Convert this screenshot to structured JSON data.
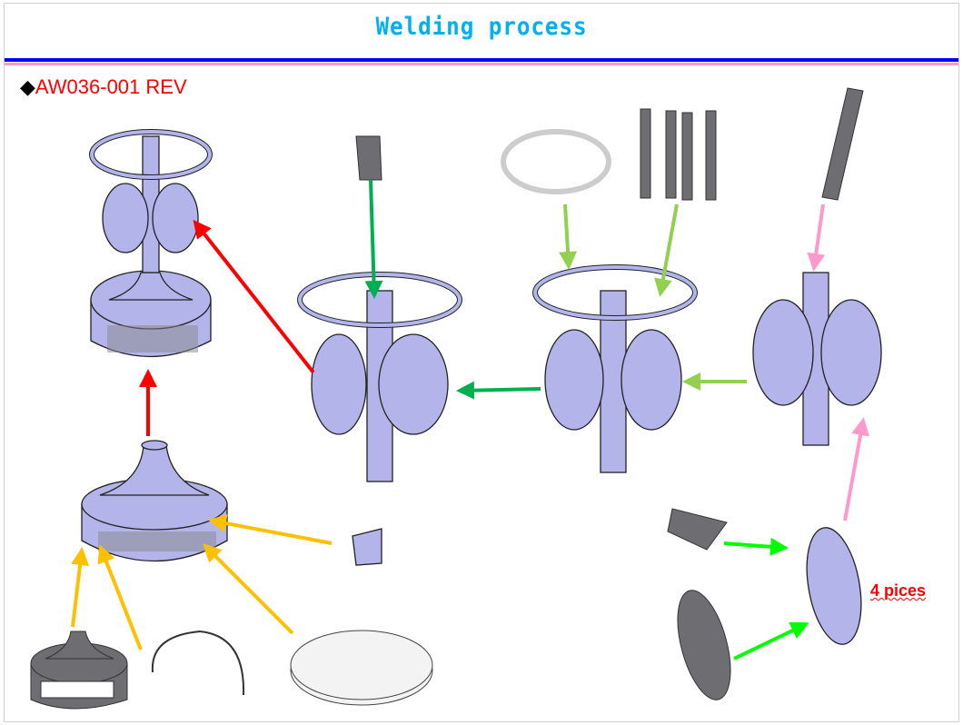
{
  "header": {
    "title": "Welding process"
  },
  "subtitle": {
    "bullet": "◆",
    "text": "AW036-001 REV"
  },
  "note": {
    "text": "4 pices"
  },
  "colors": {
    "title": "#00b0f0",
    "rule_top": "#0000ff",
    "rule_bottom": "#ff99cc",
    "red_arrow": "#ff0000",
    "dark_green_arrow": "#00b050",
    "light_green_arrow": "#92d050",
    "pink_arrow": "#ff99cc",
    "orange_arrow": "#ffc000",
    "bright_green_arrow": "#00ff00",
    "part": "#b2b4ea"
  }
}
